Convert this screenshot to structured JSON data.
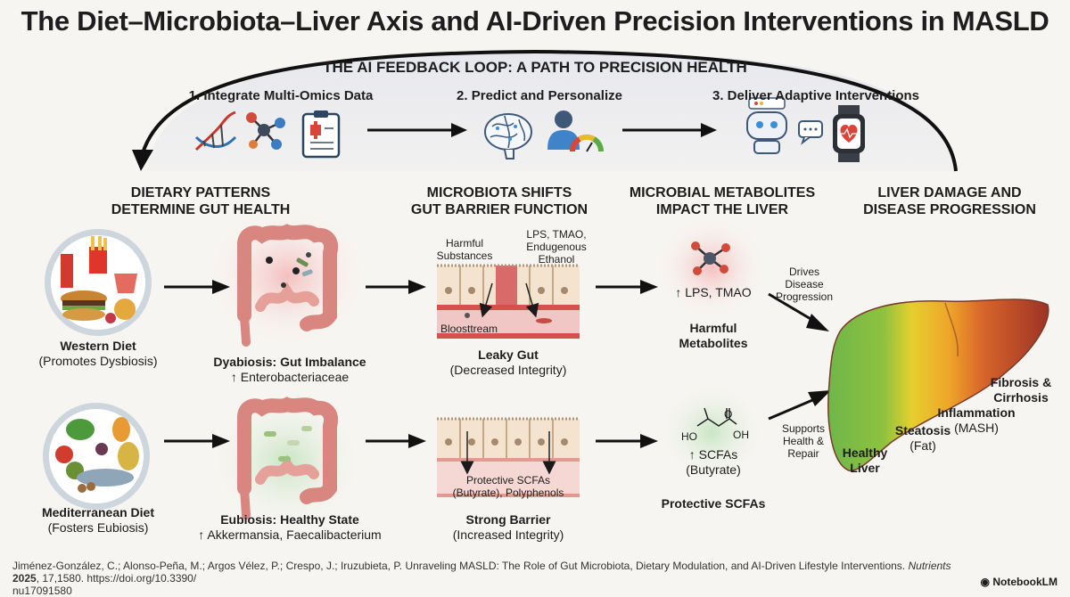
{
  "title": "The Diet–Microbiota–Liver Axis and AI-Driven Precision Interventions in MASLD",
  "ai_loop": {
    "title": "THE AI FEEDBACK LOOP: A PATH TO PRECISION HEALTH",
    "steps": [
      "1. Integrate Multi-Omics Data",
      "2. Predict and Personalize",
      "3. Deliver Adaptive Interventions"
    ]
  },
  "columns": {
    "diet": "DIETARY PATTERNS\nDETERMINE GUT HEALTH",
    "microbiota": "MICROBIOTA SHIFTS\nGUT BARRIER FUNCTION",
    "metabolites": "MICROBIAL METABOLITES\nIMPACT THE LIVER",
    "liver": "LIVER DAMAGE AND\nDISEASE PROGRESSION"
  },
  "western": {
    "name": "Western Diet",
    "sub": "(Promotes Dysbiosis)",
    "gut_title": "Dyabiosis: Gut Imbalance",
    "gut_sub": "↑ Enterobacteriaceae",
    "harmful_substances": "Harmful\nSubstances",
    "toxins": "LPS, TMAO,\nEndugenous\nEthanol",
    "bloodstream": "Bloosttream",
    "barrier_title": "Leaky Gut",
    "barrier_sub": "(Decreased Integrity)",
    "metabolite_value": "↑ LPS, TMAO",
    "metabolite_title": "Harmful\nMetabolites",
    "arrow_label": "Drives\nDisease\nProgression"
  },
  "mediterranean": {
    "name": "Mediterranean Diet",
    "sub": "(Fosters Eubiosis)",
    "gut_title": "Eubiosis: Healthy State",
    "gut_sub": "↑ Akkermansia, Faecalibacterium",
    "barrier_inner": "Protective SCFAs\n(Butyrate), Polyphenols",
    "barrier_title": "Strong Barrier",
    "barrier_sub": "(Increased Integrity)",
    "molecule_ho": "HO",
    "molecule_o": "O",
    "molecule_oh": "OH",
    "metabolite_value": "↑ SCFAs\n(Butyrate)",
    "metabolite_title": "Protective SCFAs",
    "arrow_label": "Supports\nHealth &\nRepair"
  },
  "liver_stages": {
    "healthy": "Healthy\nLiver",
    "steatosis": "Steatosis",
    "steatosis_sub": "(Fat)",
    "inflammation": "Inflammation",
    "inflammation_sub": "(MASH)",
    "fibrosis": "Fibrosis &\nCirrhosis"
  },
  "citation": {
    "text": "Jiménez-González, C.; Alonso-Peña, M.; Argos Vélez, P.; Crespo, J.; Iruzubieta, P. Unraveling MASLD: The Role of Gut Microbiota, Dietary Modulation, and AI-Driven Lifestyle Interventions.",
    "journal": "Nutrients",
    "year": "2025",
    "rest": ", 17,1580. https://doi.org/10.3390/\nnu17091580"
  },
  "brand": "NotebookLM",
  "icons": [
    "dna-icon",
    "molecule-icon",
    "clipboard-icon",
    "brain-icon",
    "person-icon",
    "gauge-icon",
    "chatbot-icon",
    "chat-bubble-icon",
    "smartwatch-icon",
    "liver-icon",
    "intestine-icon"
  ]
}
